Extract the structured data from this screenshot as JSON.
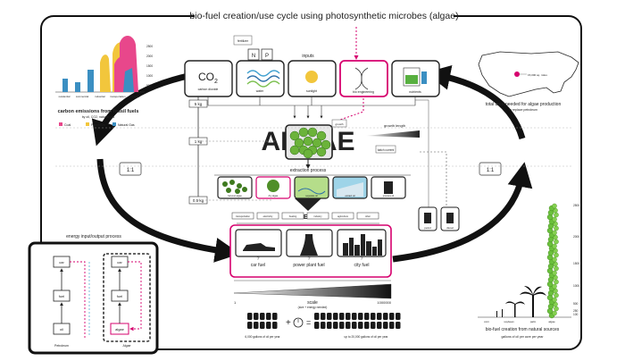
{
  "title": "bio-fuel creation/use cycle using photosynthetic microbes (algae)",
  "inputs": {
    "label": "inputs",
    "co2": {
      "main": "CO",
      "sub": "2",
      "caption": "carbon dioxide"
    },
    "water": "water",
    "sunlight": "sunlight",
    "bio": "bio engineering",
    "nutrients": "nutrients",
    "n": "N",
    "p": "P",
    "np_caption": "fertilizer"
  },
  "algae": {
    "word": "ALGAE",
    "caption": "growth"
  },
  "growth_length": "growth length",
  "batch_current": "batch current",
  "extraction": {
    "label": "extraction process",
    "steps": [
      "harvest algae",
      "dry algae",
      "separate oil",
      "extract oil",
      "process oil"
    ]
  },
  "energy": {
    "label": "ENERGY",
    "tags": [
      "transportation",
      "electricity",
      "heating",
      "industry",
      "agriculture",
      "other"
    ]
  },
  "weights": [
    "5 kg",
    "1 kg",
    "0.5 kg"
  ],
  "outputs": [
    {
      "label": "car fuel",
      "mark": "?"
    },
    {
      "label": "power plant fuel",
      "mark": "?"
    },
    {
      "label": "city fuel",
      "mark": "?"
    }
  ],
  "ratios": [
    "1:1",
    "1:1"
  ],
  "scale": {
    "min": "1",
    "max": "1000000",
    "label": "scale",
    "sub": "(size + energy needed)"
  },
  "barrels": {
    "left": "6,000 gallons of oil per year",
    "right": "up to 20,000 gallons of oil per year",
    "equals": "="
  },
  "emissions": {
    "title": "carbon emissions from fossil fuels",
    "subtitle": "by oil, CO2, natural gas",
    "legend": [
      "Coal",
      "Petroleum",
      "Natural Gas"
    ],
    "colors": [
      "#e8478b",
      "#f2c63c",
      "#3b8fc2"
    ],
    "yticks": [
      "2500",
      "2000",
      "1500",
      "1000",
      "500"
    ],
    "xticks": [
      "residential",
      "commercial",
      "industrial",
      "transportation",
      "electric"
    ]
  },
  "map": {
    "title": "total area needed for algae production",
    "subtitle": "to replace petroleum",
    "marker": "15,000 sq. miles"
  },
  "bio_chart": {
    "title": "bio-fuel creation from natural sources",
    "subtitle": "gallons of oil per acre per year",
    "yticks": [
      "2500",
      "2000",
      "1500",
      "1000",
      "500",
      "250",
      "100"
    ],
    "xticks": [
      "corn",
      "soybean",
      "palm",
      "algae"
    ]
  },
  "energy_io": {
    "title": "energy input/output process",
    "left": {
      "nodes": [
        "car",
        "fuel",
        "oil"
      ],
      "caption": "Petroleum"
    },
    "right": {
      "nodes": [
        "car",
        "fuel",
        "algae"
      ],
      "caption": "Algae"
    }
  },
  "tank_labels": [
    "petrol",
    "diesel"
  ],
  "colors": {
    "accent": "#d6006e",
    "green": "#5aa02c",
    "dark": "#222222",
    "frame": "#111111"
  }
}
